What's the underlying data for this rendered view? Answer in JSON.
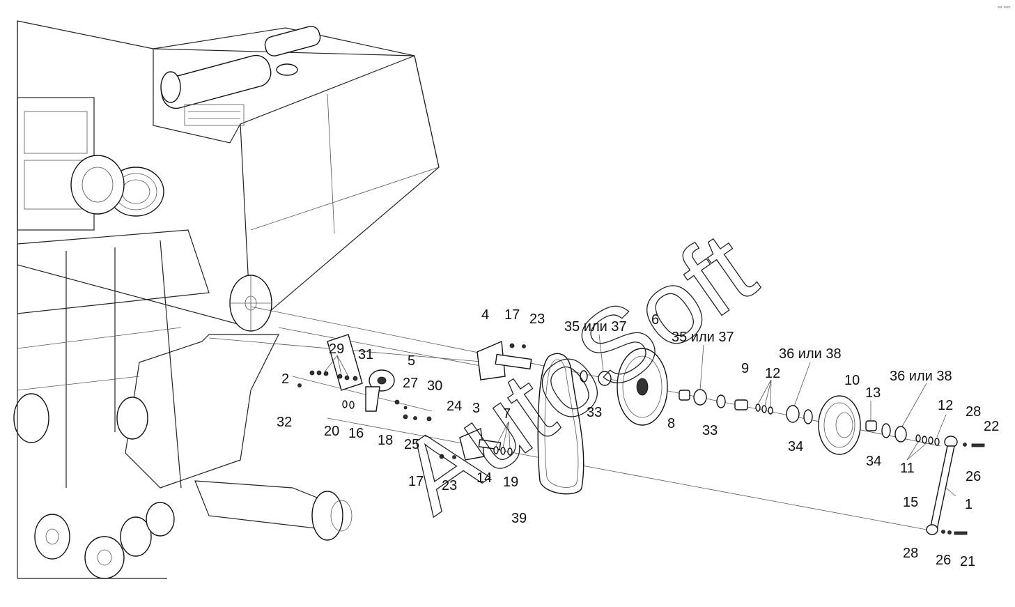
{
  "watermark": "AutoSoft",
  "corner_mark": "°° °°°",
  "callouts": [
    {
      "id": "c1",
      "text": "1"
    },
    {
      "id": "c2",
      "text": "2"
    },
    {
      "id": "c3",
      "text": "3"
    },
    {
      "id": "c4",
      "text": "4"
    },
    {
      "id": "c5",
      "text": "5"
    },
    {
      "id": "c6",
      "text": "6"
    },
    {
      "id": "c7",
      "text": "7"
    },
    {
      "id": "c8",
      "text": "8"
    },
    {
      "id": "c9",
      "text": "9"
    },
    {
      "id": "c10",
      "text": "10"
    },
    {
      "id": "c11",
      "text": "11"
    },
    {
      "id": "c12a",
      "text": "12"
    },
    {
      "id": "c12b",
      "text": "12"
    },
    {
      "id": "c13",
      "text": "13"
    },
    {
      "id": "c14",
      "text": "14"
    },
    {
      "id": "c15",
      "text": "15"
    },
    {
      "id": "c16",
      "text": "16"
    },
    {
      "id": "c17a",
      "text": "17"
    },
    {
      "id": "c17b",
      "text": "17"
    },
    {
      "id": "c18",
      "text": "18"
    },
    {
      "id": "c19",
      "text": "19"
    },
    {
      "id": "c20",
      "text": "20"
    },
    {
      "id": "c21",
      "text": "21"
    },
    {
      "id": "c22",
      "text": "22"
    },
    {
      "id": "c23a",
      "text": "23"
    },
    {
      "id": "c23b",
      "text": "23"
    },
    {
      "id": "c24",
      "text": "24"
    },
    {
      "id": "c25",
      "text": "25"
    },
    {
      "id": "c26a",
      "text": "26"
    },
    {
      "id": "c26b",
      "text": "26"
    },
    {
      "id": "c27",
      "text": "27"
    },
    {
      "id": "c28a",
      "text": "28"
    },
    {
      "id": "c28b",
      "text": "28"
    },
    {
      "id": "c29",
      "text": "29"
    },
    {
      "id": "c30",
      "text": "30"
    },
    {
      "id": "c31",
      "text": "31"
    },
    {
      "id": "c32",
      "text": "32"
    },
    {
      "id": "c33a",
      "text": "33"
    },
    {
      "id": "c33b",
      "text": "33"
    },
    {
      "id": "c34a",
      "text": "34"
    },
    {
      "id": "c34b",
      "text": "34"
    },
    {
      "id": "c35a",
      "text": "35 или 37"
    },
    {
      "id": "c35b",
      "text": "35 или 37"
    },
    {
      "id": "c36a",
      "text": "36 или 38"
    },
    {
      "id": "c36b",
      "text": "36 или 38"
    },
    {
      "id": "c39",
      "text": "39"
    }
  ]
}
